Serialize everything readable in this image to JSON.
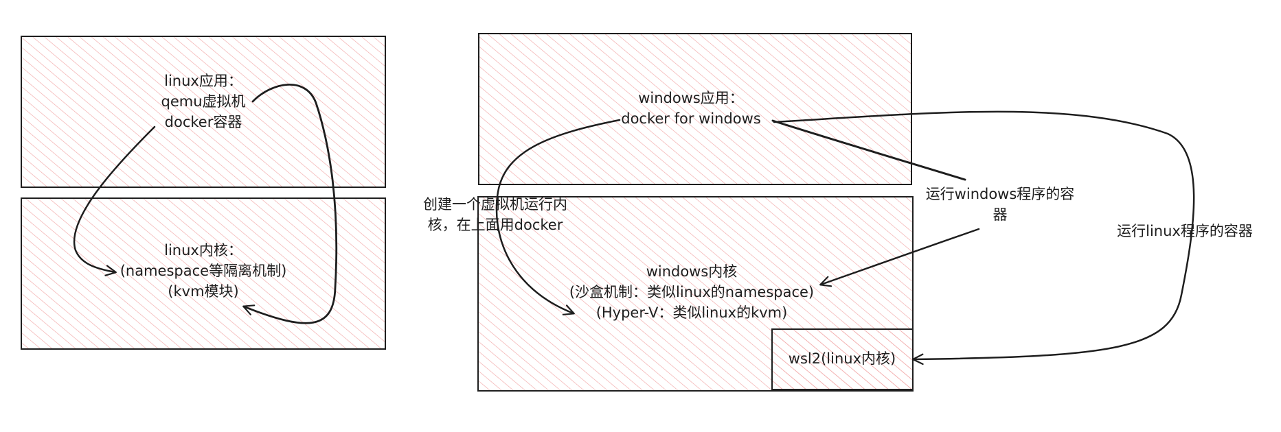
{
  "left": {
    "app_box": {
      "lines": [
        "linux应用：",
        "qemu虚拟机",
        "docker容器"
      ]
    },
    "kernel_box": {
      "lines": [
        "linux内核：",
        "(namespace等隔离机制)",
        "(kvm模块)"
      ]
    }
  },
  "right": {
    "app_box": {
      "lines": [
        "windows应用：",
        "docker for windows"
      ]
    },
    "kernel_box": {
      "lines": [
        "windows内核",
        "(沙盒机制：类似linux的namespace)",
        "(Hyper-V：类似linux的kvm)"
      ]
    },
    "wsl_box": {
      "label": "wsl2(linux内核)"
    }
  },
  "annotations": {
    "vm_note": [
      "创建一个虚拟机运行内",
      "核，在上面用docker"
    ],
    "win_container_note": [
      "运行windows程序的容",
      "器"
    ],
    "linux_container_note": "运行linux程序的容器"
  },
  "colors": {
    "stroke": "#1e1e1e",
    "hatch": "#ffc9c9",
    "text": "#1e1e1e"
  }
}
